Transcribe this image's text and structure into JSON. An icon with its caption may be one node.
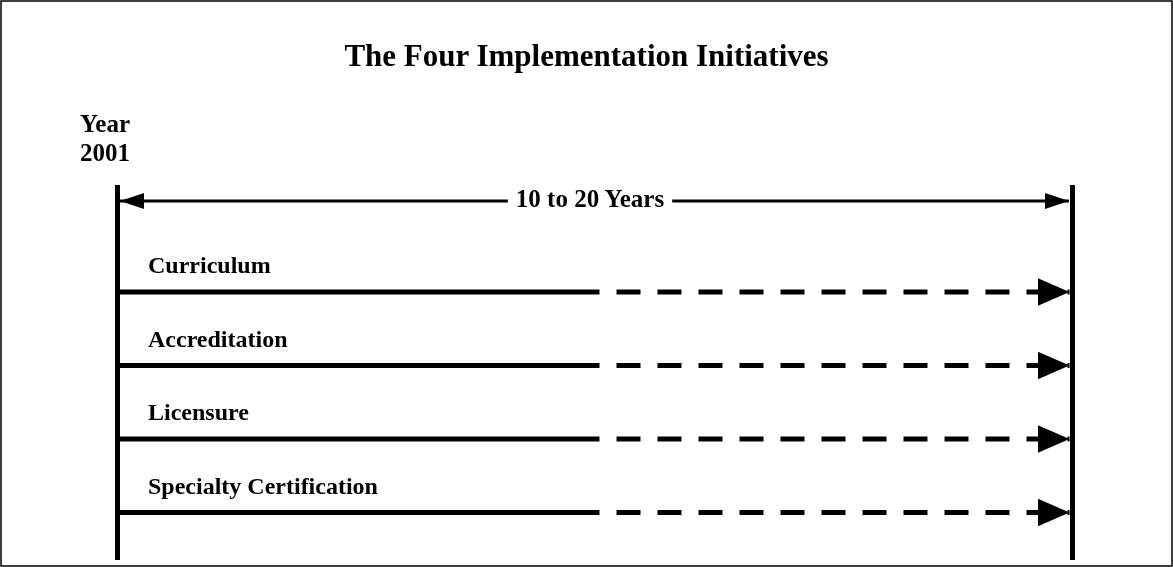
{
  "diagram": {
    "title": "The Four Implementation Initiatives",
    "nodes": [
      {
        "text": [],
        "shape": "bar",
        "beside": [
          "Year 2001"
        ]
      },
      {
        "text": [],
        "shape": "bar"
      }
    ],
    "edges": [
      {
        "from": 0,
        "to": 1,
        "arrow": "to",
        "label": "Curriculum",
        "style": "dashed"
      },
      {
        "from": 0,
        "to": 1,
        "arrow": "to",
        "label": "Accreditation",
        "style": "dashed"
      },
      {
        "from": 0,
        "to": 1,
        "arrow": "to",
        "label": "Licensure",
        "style": "dashed"
      },
      {
        "from": 0,
        "to": 1,
        "arrow": "to",
        "label": "Specialty Certification",
        "style": "dashed"
      }
    ],
    "labels": [
      "10 to 20 Years"
    ]
  }
}
